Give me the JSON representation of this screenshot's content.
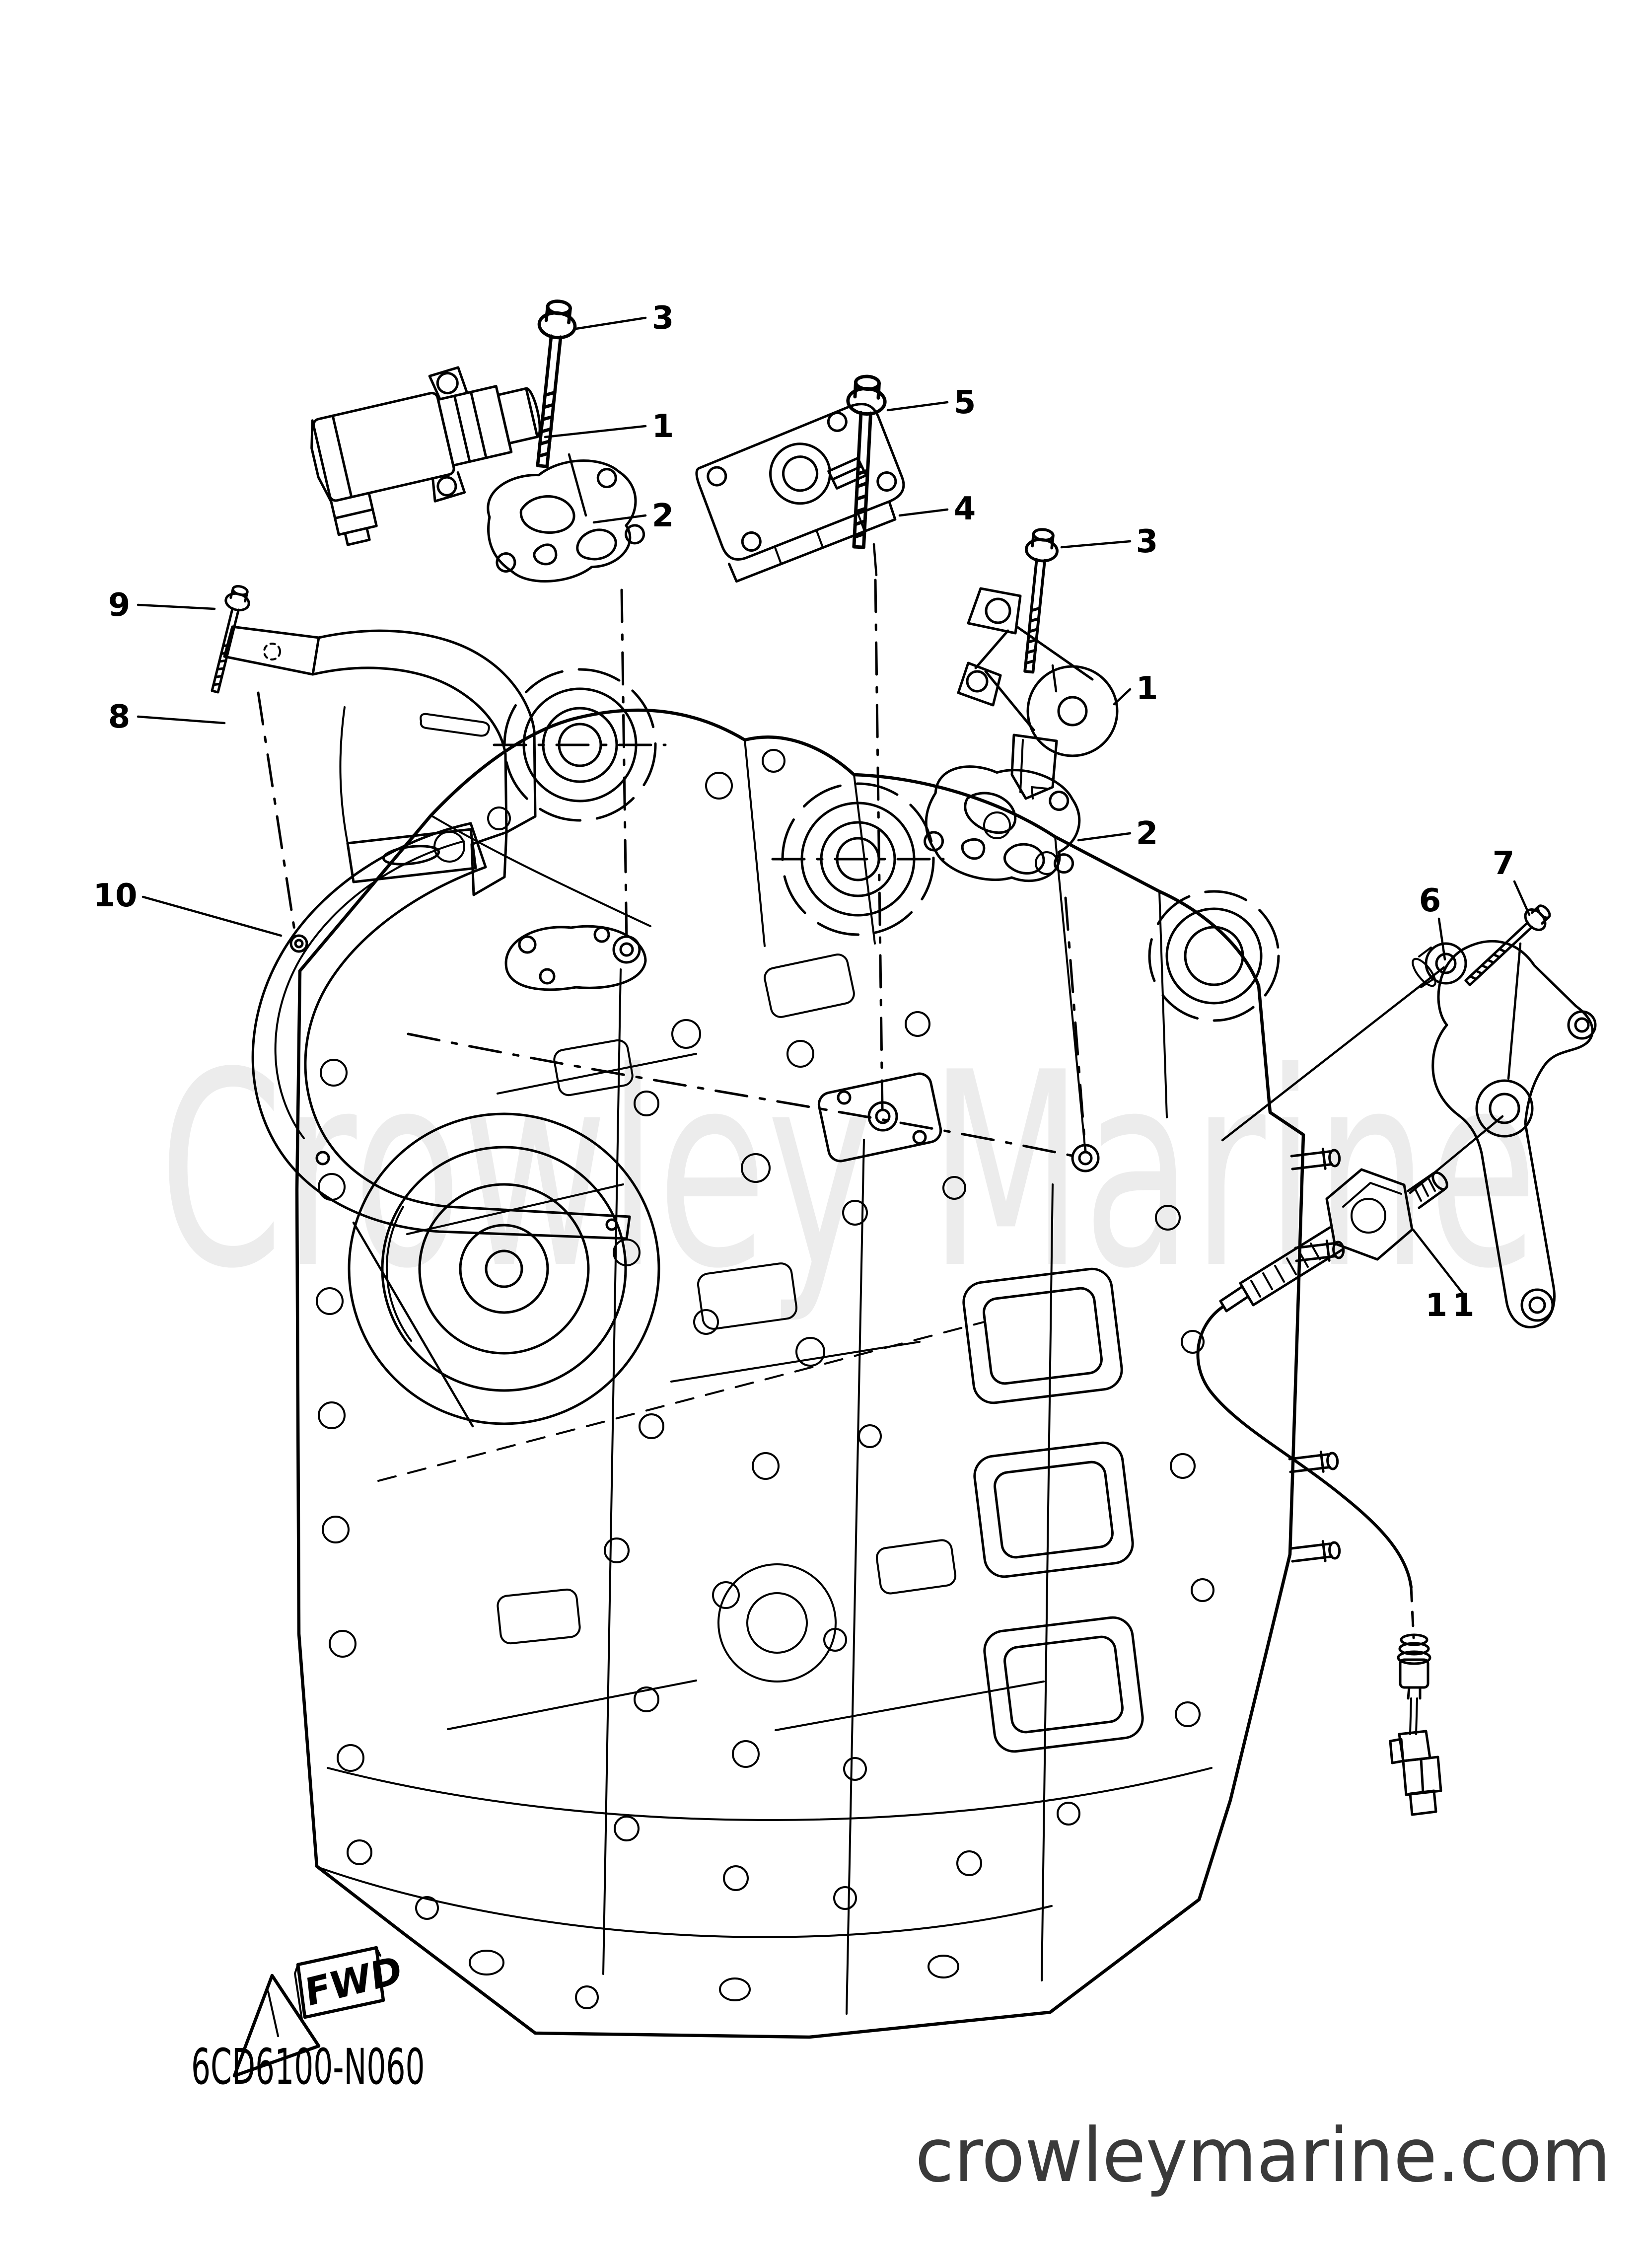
{
  "diagram": {
    "watermark_text": "Crowley Marine",
    "drawing_code": "6CD6100-N060",
    "fwd_label": "FWD",
    "footer_site": "crowleymarine.com",
    "colors": {
      "line": "#000000",
      "watermark": "#ececec",
      "footer_text": "#3a3a3a",
      "background": "#ffffff"
    },
    "callouts": [
      {
        "id": "callout-3-top",
        "number": "3"
      },
      {
        "id": "callout-1-top",
        "number": "1"
      },
      {
        "id": "callout-2-top",
        "number": "2"
      },
      {
        "id": "callout-5",
        "number": "5"
      },
      {
        "id": "callout-4",
        "number": "4"
      },
      {
        "id": "callout-3-right",
        "number": "3"
      },
      {
        "id": "callout-1-right",
        "number": "1"
      },
      {
        "id": "callout-2-right",
        "number": "2"
      },
      {
        "id": "callout-9",
        "number": "9"
      },
      {
        "id": "callout-8",
        "number": "8"
      },
      {
        "id": "callout-10",
        "number": "10"
      },
      {
        "id": "callout-6",
        "number": "6"
      },
      {
        "id": "callout-7",
        "number": "7"
      },
      {
        "id": "callout-11",
        "number": "11"
      }
    ]
  }
}
